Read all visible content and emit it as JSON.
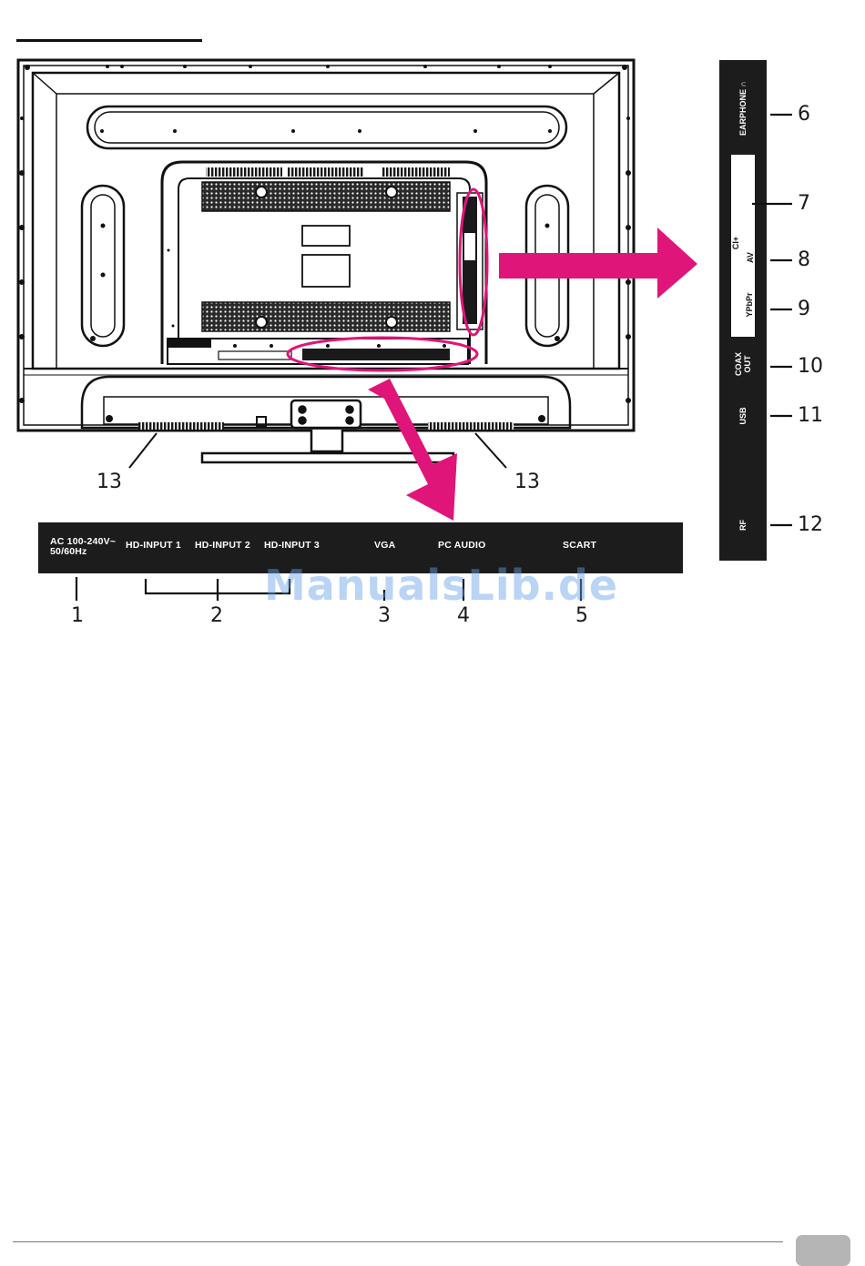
{
  "bottom_panel": {
    "labels": [
      "AC 100-240V~\n50/60Hz",
      "HD-INPUT 1",
      "HD-INPUT 2",
      "HD-INPUT 3",
      "VGA",
      "PC AUDIO",
      "SCART"
    ],
    "numbers": [
      "1",
      "2",
      "3",
      "4",
      "5"
    ]
  },
  "side_panel": {
    "earphone": "EARPHONE ∩",
    "ci": "CI+",
    "av": "AV",
    "ypbpr": "YPbPr",
    "coax": "COAX\nOUT",
    "usb": "USB",
    "rf": "RF",
    "numbers": [
      "6",
      "7",
      "8",
      "9",
      "10",
      "11",
      "12"
    ]
  },
  "speaker_numbers": [
    "13",
    "13"
  ],
  "watermark": "ManualsLib.de",
  "colors": {
    "accent": "#e0157a",
    "panel": "#1c1c1c",
    "page_tab": "#b5b5b5"
  }
}
